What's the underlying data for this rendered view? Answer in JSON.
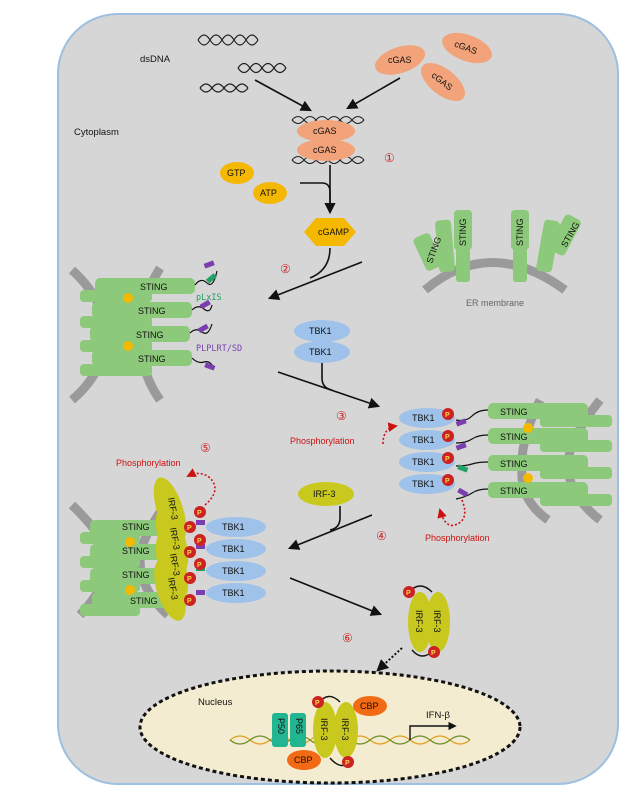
{
  "labels": {
    "dsdna": "dsDNA",
    "cytoplasm": "Cytoplasm",
    "cgas": "cGAS",
    "gtp": "GTP",
    "atp": "ATP",
    "cgamp": "cGAMP",
    "sting": "STING",
    "er_membrane": "ER membrane",
    "plxis": "pLxIS",
    "plplrt": "PLPLRT/SD",
    "tbk1": "TBK1",
    "irf3": "IRF-3",
    "phosphorylation": "Phosphorylation",
    "p": "P",
    "nucleus": "Nucleus",
    "cbp": "CBP",
    "p50": "P50",
    "p65": "P65",
    "ifnb": "IFN-β"
  },
  "steps": [
    "①",
    "②",
    "③",
    "④",
    "⑤",
    "⑥"
  ],
  "colors": {
    "cytoplasm": "#d6d6d6",
    "cell_border": "#9dbfe0",
    "cgas": "#f2a37a",
    "gtp_atp": "#f5b800",
    "sting": "#8cc97a",
    "tbk1": "#9ec2ea",
    "irf3": "#c8c81e",
    "phospho": "#cc2222",
    "nucleus": "#f4ecd0",
    "nfkb": "#22b592",
    "cbp": "#f26a14",
    "plxis_green": "#22a066",
    "plplrt_purple": "#7a3eb0"
  }
}
